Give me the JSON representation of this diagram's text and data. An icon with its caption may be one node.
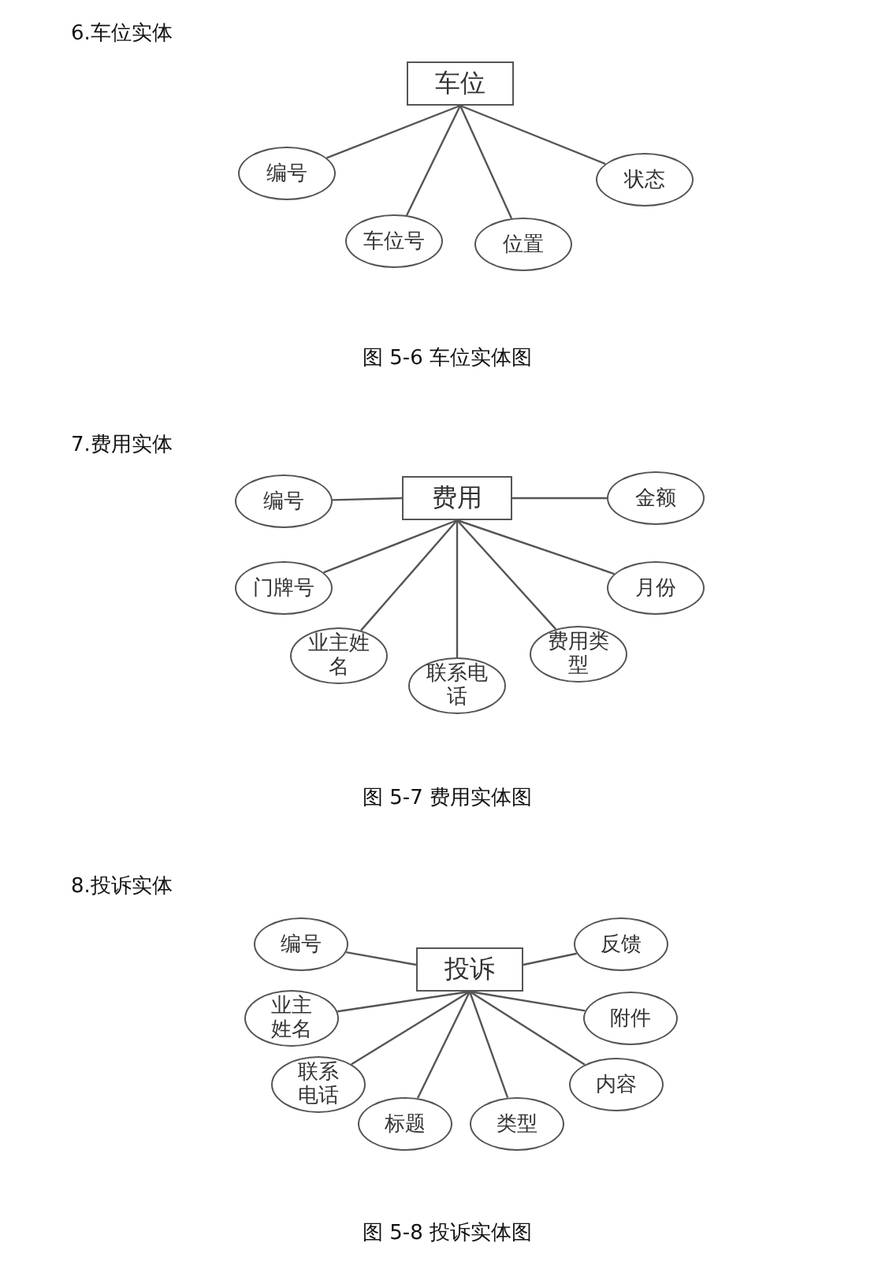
{
  "diagram": {
    "nodes": [
      {
        "text": [
          "车位"
        ]
      },
      {
        "text": [
          "编号"
        ]
      },
      {
        "text": [
          "车位号"
        ]
      },
      {
        "text": [
          "位置"
        ]
      },
      {
        "text": [
          "状态"
        ]
      },
      {
        "text": [
          "编号"
        ]
      },
      {
        "text": [
          "费用"
        ]
      },
      {
        "text": [
          "金额"
        ]
      },
      {
        "text": [
          "门牌号"
        ]
      },
      {
        "text": [
          "月份"
        ]
      },
      {
        "text": [
          "业主姓名"
        ]
      },
      {
        "text": [
          "联系电话"
        ]
      },
      {
        "text": [
          "费用类型"
        ]
      },
      {
        "text": [
          "编号"
        ]
      },
      {
        "text": [
          "反馈"
        ]
      },
      {
        "text": [
          "投诉"
        ]
      },
      {
        "text": [
          "业主姓名"
        ]
      },
      {
        "text": [
          "附件"
        ]
      },
      {
        "text": [
          "联系电话"
        ]
      },
      {
        "text": [
          "内容"
        ]
      },
      {
        "text": [
          "标题"
        ]
      },
      {
        "text": [
          "类型"
        ]
      }
    ],
    "edges": [
      {
        "from": 0,
        "to": 1,
        "arrow": "none"
      },
      {
        "from": 0,
        "to": 2,
        "arrow": "none"
      },
      {
        "from": 0,
        "to": 3,
        "arrow": "none"
      },
      {
        "from": 0,
        "to": 4,
        "arrow": "none"
      },
      {
        "from": 6,
        "to": 5,
        "arrow": "none"
      },
      {
        "from": 6,
        "to": 7,
        "arrow": "none"
      },
      {
        "from": 6,
        "to": 8,
        "arrow": "none"
      },
      {
        "from": 6,
        "to": 9,
        "arrow": "none"
      },
      {
        "from": 6,
        "to": 10,
        "arrow": "none"
      },
      {
        "from": 6,
        "to": 11,
        "arrow": "none"
      },
      {
        "from": 6,
        "to": 12,
        "arrow": "none"
      },
      {
        "from": 15,
        "to": 13,
        "arrow": "none"
      },
      {
        "from": 15,
        "to": 14,
        "arrow": "none"
      },
      {
        "from": 15,
        "to": 16,
        "arrow": "none"
      },
      {
        "from": 15,
        "to": 17,
        "arrow": "none"
      },
      {
        "from": 15,
        "to": 18,
        "arrow": "none"
      },
      {
        "from": 15,
        "to": 19,
        "arrow": "none"
      },
      {
        "from": 15,
        "to": 20,
        "arrow": "none"
      },
      {
        "from": 15,
        "to": 21,
        "arrow": "none"
      }
    ],
    "labels": [
      "6.车位实体",
      "图 5-6 车位实体图",
      "7.费用实体",
      "图 5-7 费用实体图",
      "8.投诉实体",
      "图 5-8 投诉实体图"
    ]
  }
}
